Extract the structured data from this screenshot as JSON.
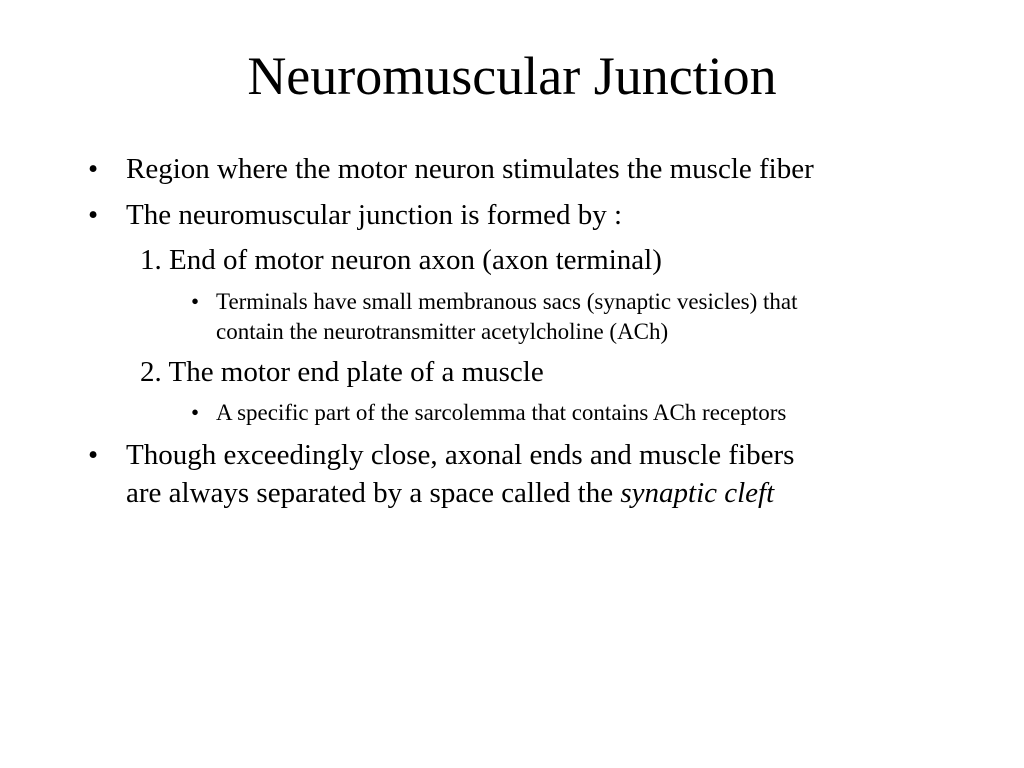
{
  "slide": {
    "title": "Neuromuscular Junction",
    "bullet_symbol": "•",
    "items": [
      {
        "text": "Region where the motor neuron stimulates the muscle fiber"
      },
      {
        "text": "The neuromuscular junction is formed by :"
      },
      {
        "text": "1. End of motor neuron axon (axon terminal)"
      },
      {
        "line1": "Terminals have small membranous sacs (synaptic vesicles) that",
        "line2": "contain the neurotransmitter acetylcholine (ACh)"
      },
      {
        "text": "2. The motor end plate of a muscle"
      },
      {
        "text": "A specific part of the sarcolemma that contains ACh receptors"
      },
      {
        "line1": "Though exceedingly close, axonal ends and muscle fibers",
        "line2_prefix": "are always separated by a space called the ",
        "line2_emphasis": "synaptic cleft"
      }
    ]
  }
}
